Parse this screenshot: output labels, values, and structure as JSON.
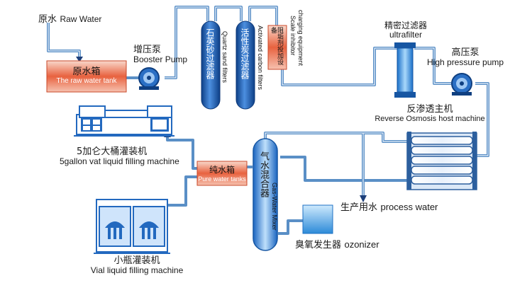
{
  "raw_water": {
    "cn": "原水",
    "en": "Raw Water"
  },
  "raw_tank": {
    "cn": "原水箱",
    "en": "The raw water tank"
  },
  "booster_pump": {
    "cn": "增压泵",
    "en": "Booster Pump"
  },
  "quartz_filter": {
    "cn": "石英砂过滤器",
    "en": "Quartz sand filters"
  },
  "carbon_filter": {
    "cn": "活性炭过滤器",
    "en": "Activated carbon filters"
  },
  "scale_inhibitor": {
    "cn": "阻垢剂投加设备",
    "en_line1": "Scale inhibitor",
    "en_line2": "charging equipment"
  },
  "ultrafilter": {
    "cn": "精密过滤器",
    "en": "ultrafilter"
  },
  "hp_pump": {
    "cn": "高压泵",
    "en": "High pressure pump"
  },
  "ro_host": {
    "cn": "反渗透主机",
    "en": "Reverse Osmosis host machine"
  },
  "gallon_machine": {
    "cn": "5加仑大桶灌装机",
    "en": "5gallon vat liquid filling machine"
  },
  "pure_tank": {
    "cn": "纯水箱",
    "en": "Pure water tanks"
  },
  "mixer": {
    "cn": "气水混合器",
    "en": "Gas-Water Mixer"
  },
  "process_water": {
    "cn": "生产用水",
    "en": "process water"
  },
  "ozonizer": {
    "cn": "臭氧发生器",
    "en": "ozonizer"
  },
  "vial_machine": {
    "cn": "小瓶灌装机",
    "en": "Vial liquid filling machine"
  },
  "colors": {
    "pipe": "#5a8fc6",
    "pipe_fill": "#eaf2fb",
    "vessel": "#1d5fb3",
    "tank_red": "#e35a3a",
    "tank_light": "#f7c9b8"
  }
}
